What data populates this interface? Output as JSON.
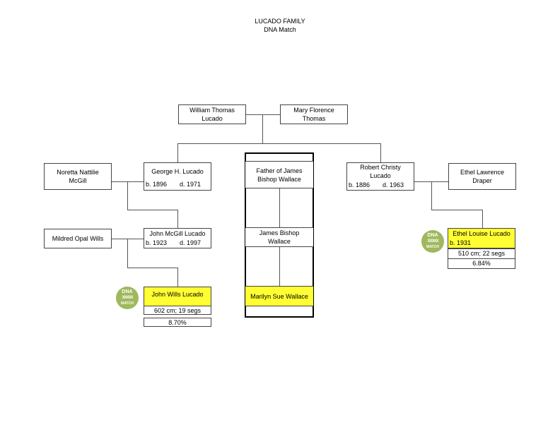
{
  "header": {
    "title": "LUCADO FAMILY",
    "subtitle": "DNA Match"
  },
  "grandparents": {
    "father": "William Thomas Lucado",
    "father_l1": "William Thomas",
    "father_l2": "Lucado",
    "mother": "Mary Florence Thomas",
    "mother_l1": "Mary Florence",
    "mother_l2": "Thomas"
  },
  "left_branch": {
    "spouse1": {
      "l1": "Noretta Nattilie",
      "l2": "McGill"
    },
    "child1": {
      "name": "George H. Lucado",
      "born": "b. 1896",
      "died": "d. 1971"
    },
    "spouse2": {
      "name": "Mildred Opal Wills"
    },
    "child2": {
      "name": "John McGill Lucado",
      "born": "b. 1923",
      "died": "d. 1997"
    },
    "match": {
      "name": "John Wills Lucado",
      "cm": "602 cm; 19 segs",
      "percent": "8.70%"
    }
  },
  "center_branch": {
    "ancestor": {
      "l1": "Father of James",
      "l2": "Bishop Wallace"
    },
    "parent": {
      "l1": "James Bishop",
      "l2": "Wallace"
    },
    "subject": {
      "name": "Marilyn Sue Wallace"
    }
  },
  "right_branch": {
    "child1": {
      "l1": "Robert Christy",
      "l2": "Lucado",
      "born": "b. 1886",
      "died": "d. 1963"
    },
    "spouse1": {
      "l1": "Ethel Lawrence",
      "l2": "Draper"
    },
    "match": {
      "name": "Ethel Louise Lucado",
      "born": "b. 1931",
      "cm": "510 cm; 22 segs",
      "percent": "6.84%"
    }
  },
  "badge": {
    "top": "DNA",
    "helix": "XXXXX",
    "bottom": "MATCH"
  },
  "colors": {
    "highlight": "#ffff33",
    "badge": "#9fb85d"
  }
}
